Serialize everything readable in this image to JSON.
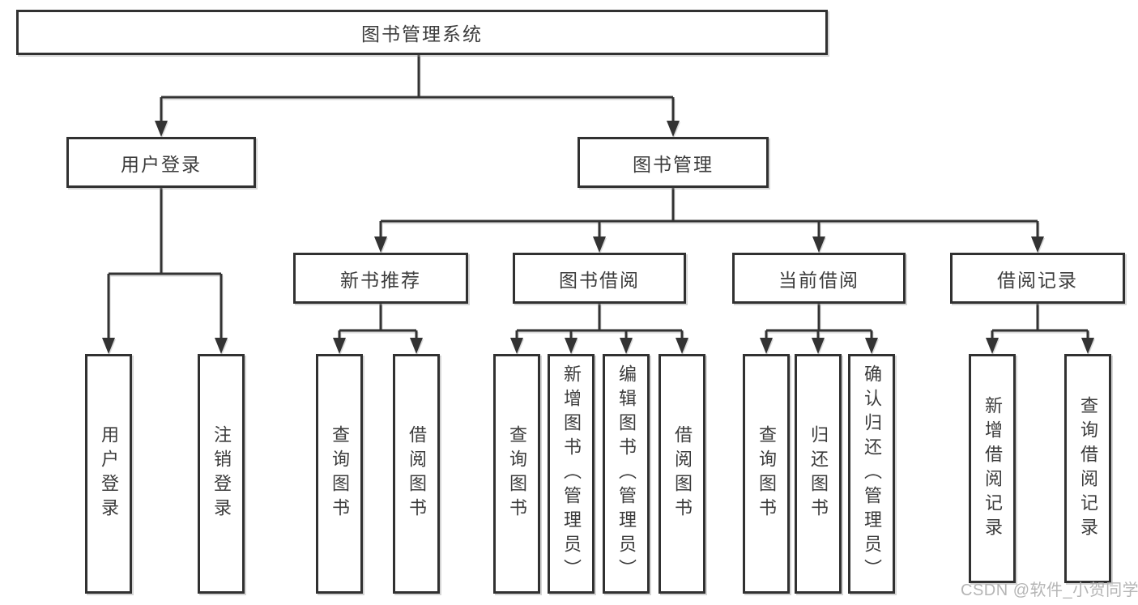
{
  "tree": {
    "root": {
      "label": "图书管理系统"
    },
    "branches": [
      {
        "label": "用户登录",
        "children": [
          {
            "label": "用户登录"
          },
          {
            "label": "注销登录"
          }
        ]
      },
      {
        "label": "图书管理",
        "children": [
          {
            "label": "新书推荐",
            "children": [
              {
                "label": "查询图书"
              },
              {
                "label": "借阅图书"
              }
            ]
          },
          {
            "label": "图书借阅",
            "children": [
              {
                "label": "查询图书"
              },
              {
                "label": "新增图书（管理员）"
              },
              {
                "label": "编辑图书（管理员）"
              },
              {
                "label": "借阅图书"
              }
            ]
          },
          {
            "label": "当前借阅",
            "children": [
              {
                "label": "查询图书"
              },
              {
                "label": "归还图书"
              },
              {
                "label": "确认归还（管理员）"
              }
            ]
          },
          {
            "label": "借阅记录",
            "children": [
              {
                "label": "新增借阅记录"
              },
              {
                "label": "查询借阅记录"
              }
            ]
          }
        ]
      }
    ]
  },
  "watermark": {
    "text": "CSDN @软件_小贺同学",
    "color": "#b5b5b5"
  },
  "colors": {
    "background": "#ffffff",
    "line": "#333333",
    "box_border": "#313131",
    "box_fill": "#ffffff",
    "text": "#3c3c3c"
  }
}
